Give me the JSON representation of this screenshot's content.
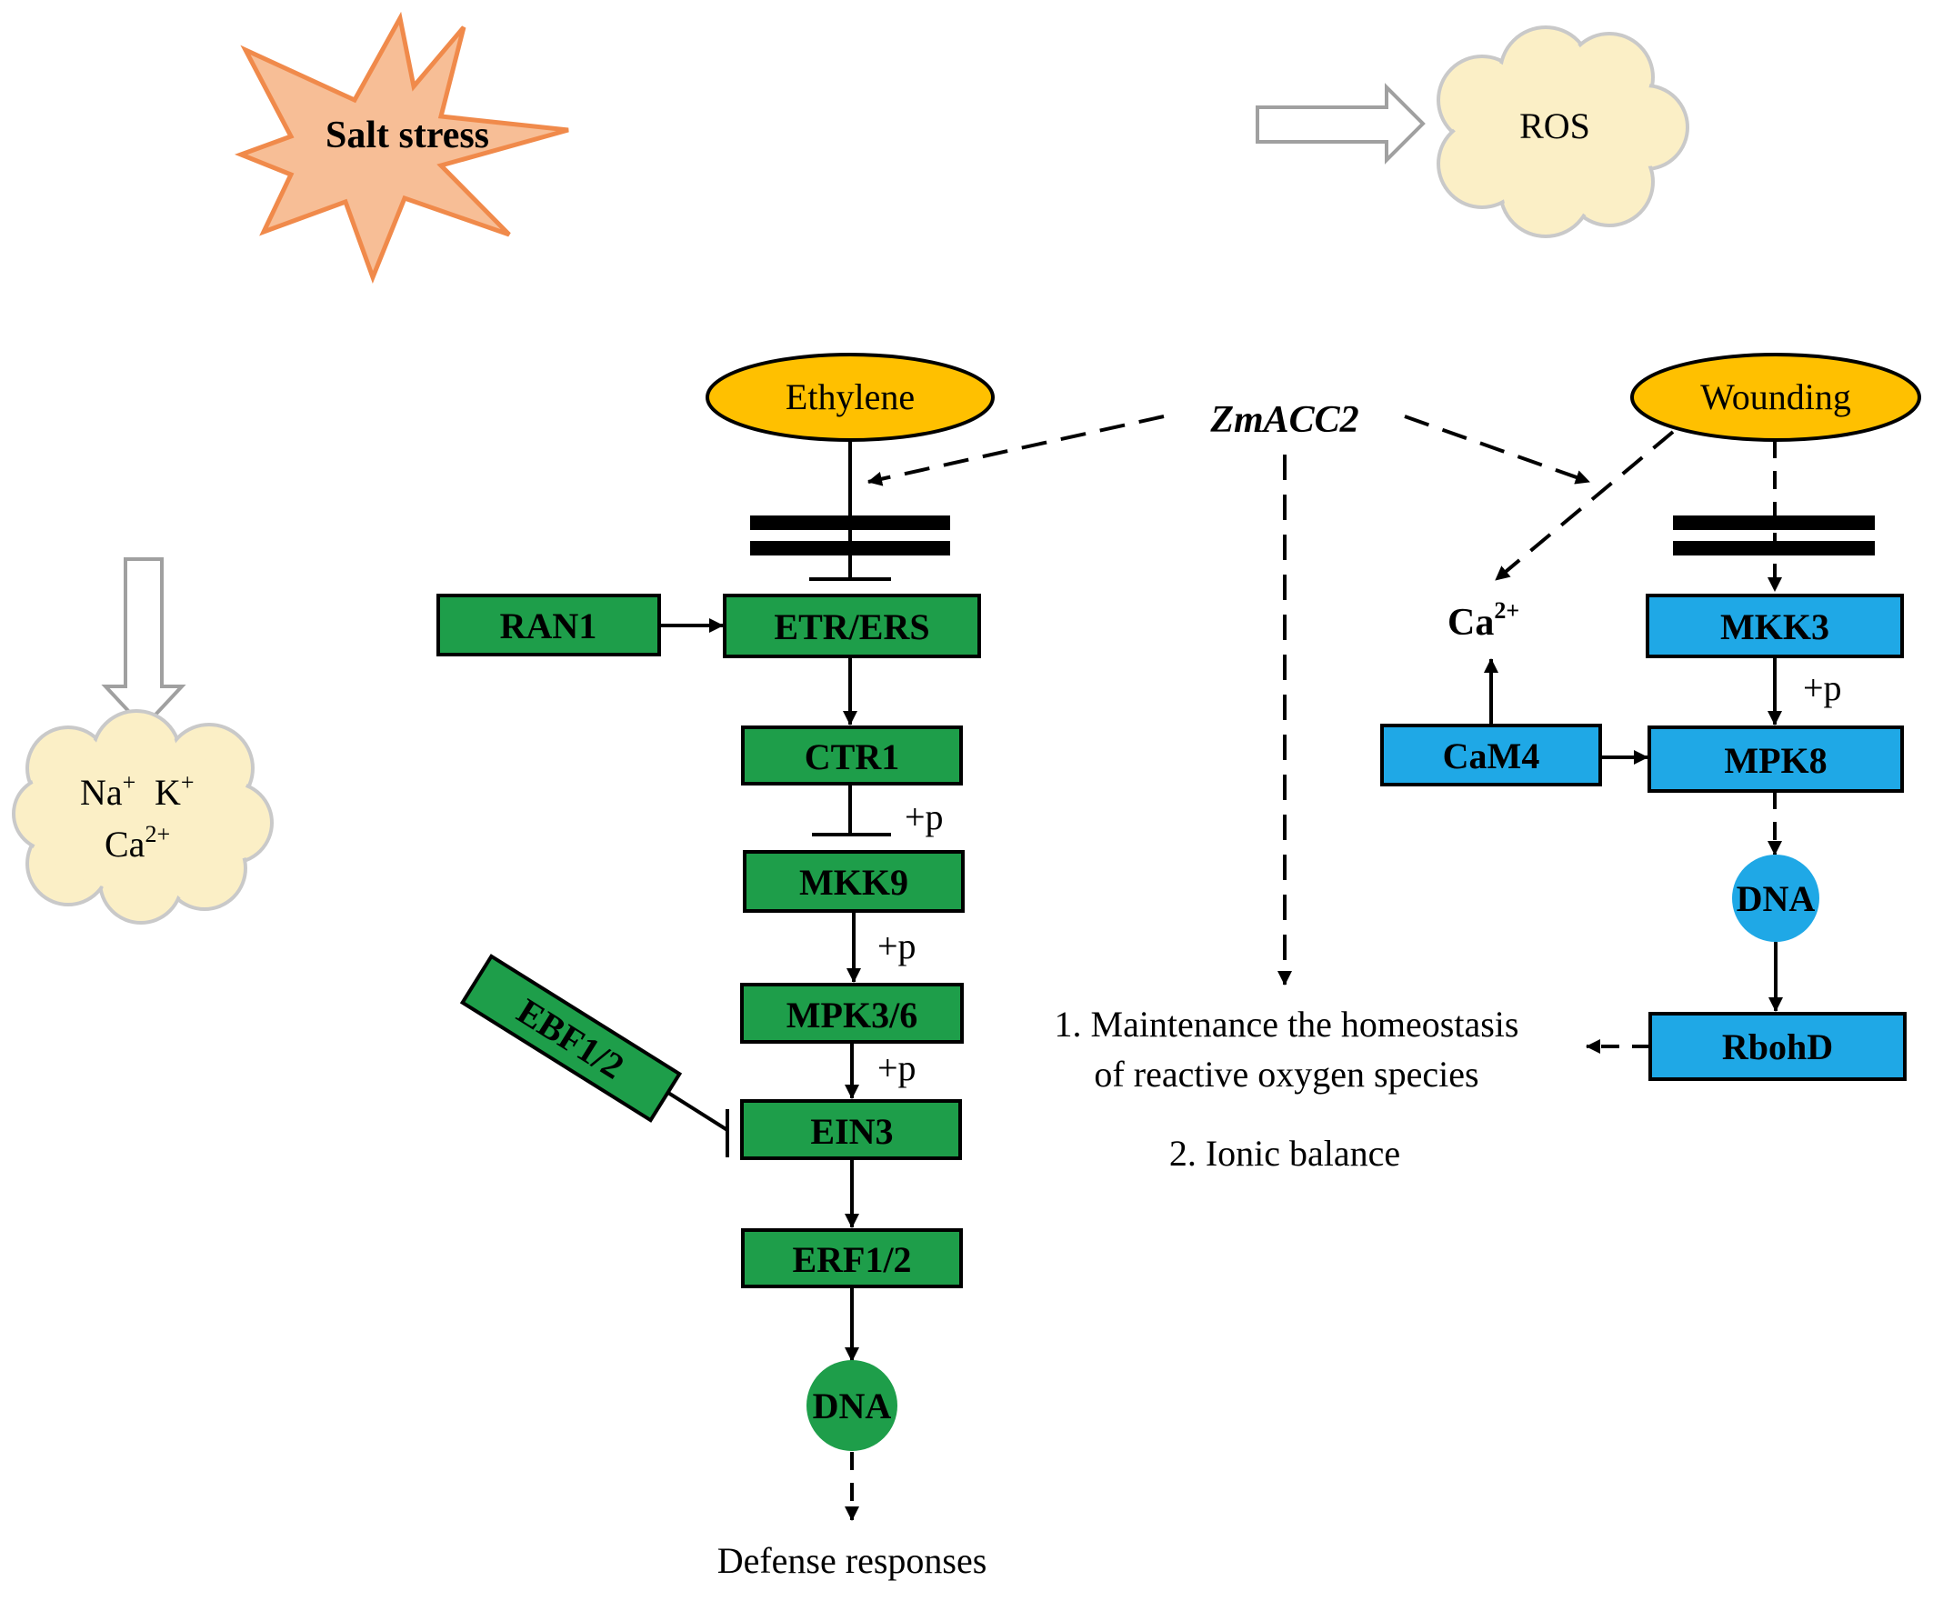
{
  "stimuli": {
    "salt_stress": "Salt stress",
    "ros": "ROS",
    "ions": {
      "na": "Na",
      "na_sup": "+",
      "k": "K",
      "k_sup": "+",
      "ca": "Ca",
      "ca_sup": "2+"
    }
  },
  "regulator": "ZmACC2",
  "ethylene_pathway": {
    "signal": "Ethylene",
    "ran1": "RAN1",
    "etr_ers": "ETR/ERS",
    "ctr1": "CTR1",
    "mkk9": "MKK9",
    "mpk3_6": "MPK3/6",
    "ebf1_2": "EBF1/2",
    "ein3": "EIN3",
    "erf1_2": "ERF1/2",
    "dna": "DNA",
    "phospho_labels": [
      "+p",
      "+p",
      "+p"
    ],
    "output": "Defense responses"
  },
  "wounding_pathway": {
    "signal": "Wounding",
    "calcium": "Ca",
    "calcium_sup": "2+",
    "cam4": "CaM4",
    "mkk3": "MKK3",
    "mpk8": "MPK8",
    "dna": "DNA",
    "rbohd": "RbohD",
    "phospho_label": "+p"
  },
  "outcomes": {
    "line1": "1. Maintenance  the homeostasis",
    "line2": "of reactive  oxygen species",
    "line3": "2. Ionic balance"
  },
  "colors": {
    "green": "#1E9E4A",
    "blue": "#1FA8E6",
    "orange": "#FFC000",
    "cloud": "#FBEFC6",
    "cloud_stroke": "#C9C9C9",
    "burst_fill": "#F7BE96",
    "burst_stroke": "#F08A4B"
  }
}
